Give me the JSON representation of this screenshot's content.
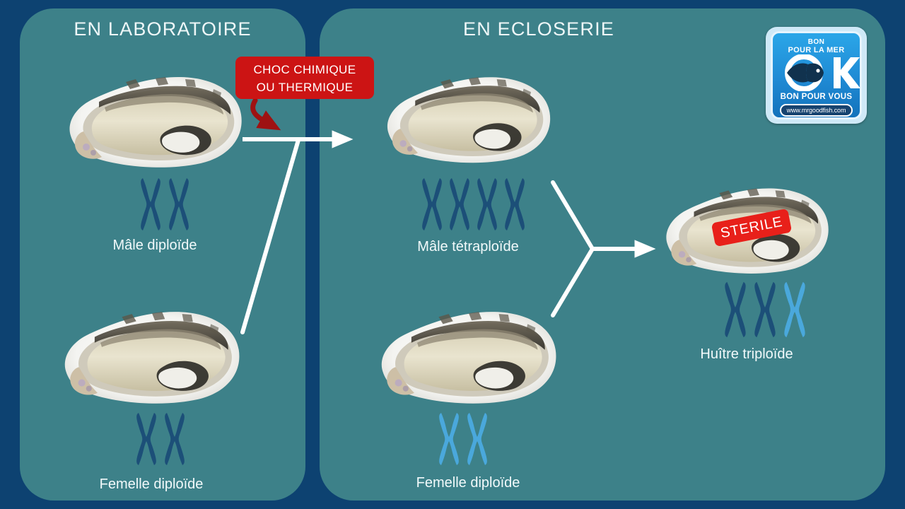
{
  "background_color": "#0d4271",
  "panel_color": "#3d8189",
  "panels": [
    {
      "id": "lab",
      "title": "EN LABORATOIRE"
    },
    {
      "id": "hatch",
      "title": "EN ECLOSERIE"
    }
  ],
  "callout": {
    "line1": "CHOC CHIMIQUE",
    "line2": "OU THERMIQUE",
    "color": "#cc1414",
    "text_color": "#ffffff"
  },
  "badge": {
    "label": "STERILE",
    "color": "#e8201a",
    "text_color": "#ffffff"
  },
  "chromosome_colors": {
    "dark": "#1c4f78",
    "light": "#4aa8dc"
  },
  "organisms": [
    {
      "id": "male-diploide",
      "caption": "Mâle diploïde",
      "panel": "lab",
      "ploidy": 2,
      "chromosomes": [
        "dark",
        "dark"
      ]
    },
    {
      "id": "femelle-diploide-lab",
      "caption": "Femelle diploïde",
      "panel": "lab",
      "ploidy": 2,
      "chromosomes": [
        "dark",
        "dark"
      ]
    },
    {
      "id": "male-tetraploide",
      "caption": "Mâle tétraploïde",
      "panel": "hatch",
      "ploidy": 4,
      "chromosomes": [
        "dark",
        "dark",
        "dark",
        "dark"
      ]
    },
    {
      "id": "femelle-diploide-hatch",
      "caption": "Femelle diploïde",
      "panel": "hatch",
      "ploidy": 2,
      "chromosomes": [
        "light",
        "light"
      ]
    },
    {
      "id": "huitre-triploide",
      "caption": "Huître triploïde",
      "panel": "hatch",
      "ploidy": 3,
      "chromosomes": [
        "dark",
        "dark",
        "light"
      ]
    }
  ],
  "logo": {
    "line_top": "BON",
    "line_top2": "POUR LA MER",
    "mark": "OK",
    "line_bottom": "BON POUR VOUS",
    "url": "www.mrgoodfish.com"
  }
}
